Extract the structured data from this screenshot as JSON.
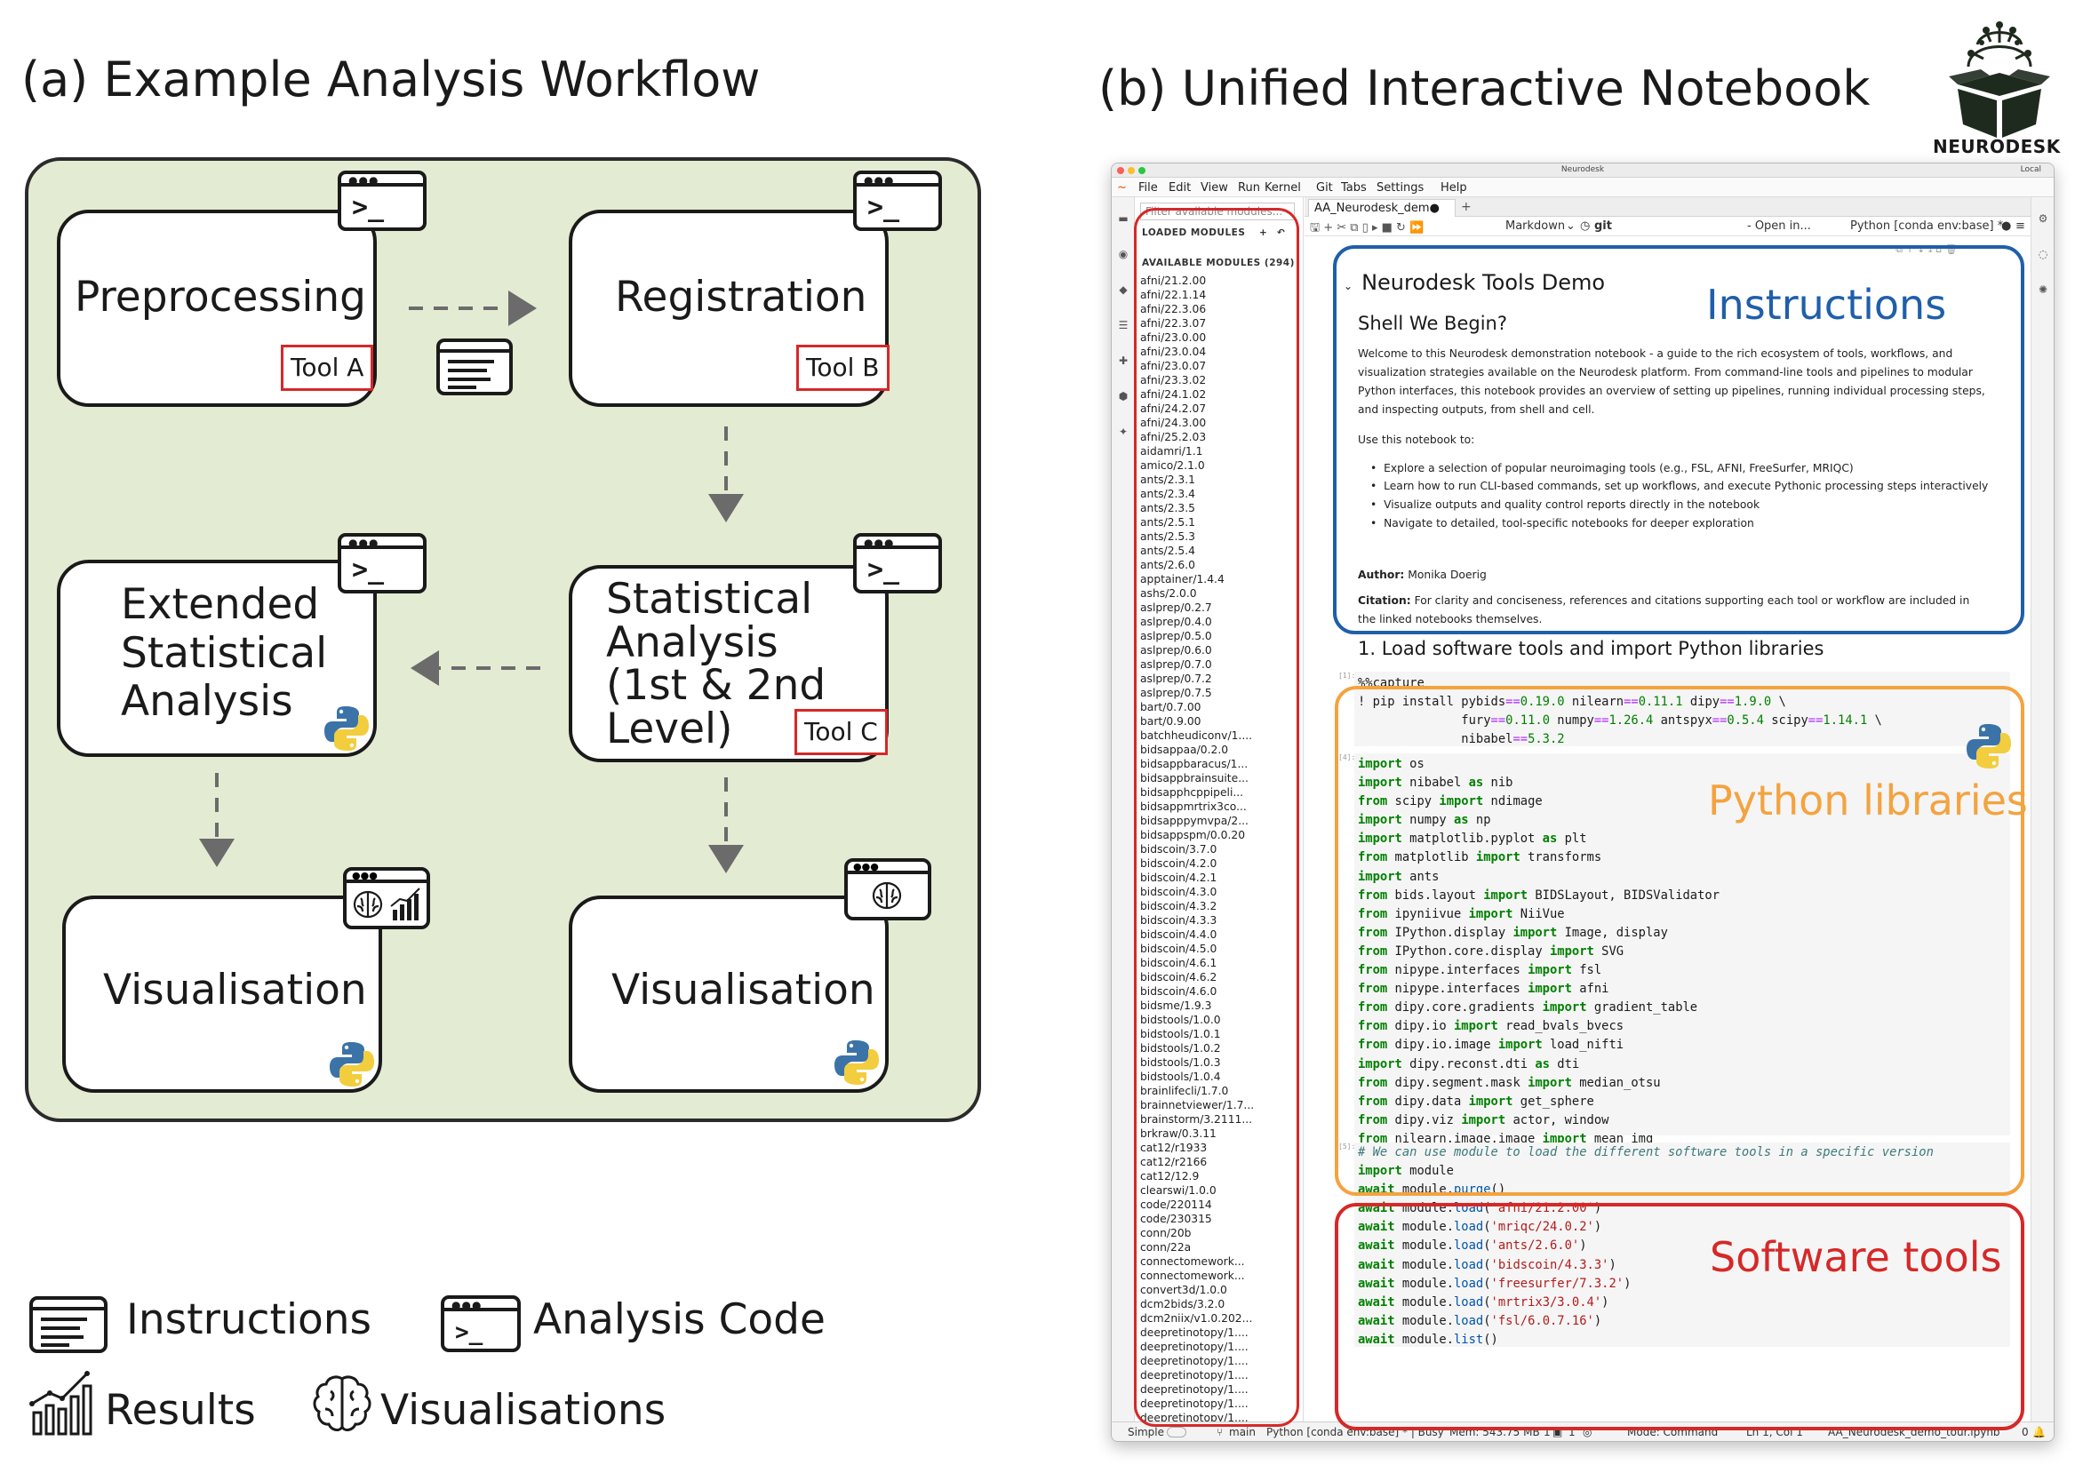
{
  "panel_a": {
    "title": "(a) Example Analysis Workflow",
    "nodes": {
      "preprocessing": {
        "label": "Preprocessing",
        "tool": "Tool A"
      },
      "registration": {
        "label": "Registration",
        "tool": "Tool B"
      },
      "statistical": {
        "line1": "Statistical",
        "line2": "Analysis",
        "line3": "(1st & 2nd",
        "line4": "Level)",
        "tool": "Tool C"
      },
      "extended": {
        "line1": "Extended",
        "line2": "Statistical",
        "line3": "Analysis"
      },
      "vis_left": {
        "label": "Visualisation"
      },
      "vis_right": {
        "label": "Visualisation"
      }
    },
    "legend": {
      "instructions": "Instructions",
      "analysis_code": "Analysis Code",
      "results": "Results",
      "visualisations": "Visualisations"
    }
  },
  "panel_b": {
    "title": "(b) Unified Interactive Notebook",
    "logo_text": "NEURODESK",
    "window_title": "Neurodesk",
    "window_right": "Local",
    "menu": [
      "File",
      "Edit",
      "View",
      "Run",
      "Kernel",
      "Git",
      "Tabs",
      "Settings",
      "Help"
    ],
    "modules": {
      "filter_placeholder": "Filter available modules...",
      "loaded_heading": "LOADED MODULES",
      "available_heading": "AVAILABLE MODULES (294)",
      "items": [
        "afni/21.2.00",
        "afni/22.1.14",
        "afni/22.3.06",
        "afni/22.3.07",
        "afni/23.0.00",
        "afni/23.0.04",
        "afni/23.0.07",
        "afni/23.3.02",
        "afni/24.1.02",
        "afni/24.2.07",
        "afni/24.3.00",
        "afni/25.2.03",
        "aidamri/1.1",
        "amico/2.1.0",
        "ants/2.3.1",
        "ants/2.3.4",
        "ants/2.3.5",
        "ants/2.5.1",
        "ants/2.5.3",
        "ants/2.5.4",
        "ants/2.6.0",
        "apptainer/1.4.4",
        "ashs/2.0.0",
        "aslprep/0.2.7",
        "aslprep/0.4.0",
        "aslprep/0.5.0",
        "aslprep/0.6.0",
        "aslprep/0.7.0",
        "aslprep/0.7.2",
        "aslprep/0.7.5",
        "bart/0.7.00",
        "bart/0.9.00",
        "batchheudiconv/1....",
        "bidsappaa/0.2.0",
        "bidsappbaracus/1...",
        "bidsappbrainsuite...",
        "bidsapphcppipeli...",
        "bidsappmrtrix3co...",
        "bidsapppymvpa/2...",
        "bidsappspm/0.0.20",
        "bidscoin/3.7.0",
        "bidscoin/4.2.0",
        "bidscoin/4.2.1",
        "bidscoin/4.3.0",
        "bidscoin/4.3.2",
        "bidscoin/4.3.3",
        "bidscoin/4.4.0",
        "bidscoin/4.5.0",
        "bidscoin/4.6.1",
        "bidscoin/4.6.2",
        "bidscoin/4.6.0",
        "bidsme/1.9.3",
        "bidstools/1.0.0",
        "bidstools/1.0.1",
        "bidstools/1.0.2",
        "bidstools/1.0.3",
        "bidstools/1.0.4",
        "brainlifecli/1.7.0",
        "brainnetviewer/1.7...",
        "brainstorm/3.2111...",
        "brkraw/0.3.11",
        "cat12/r1933",
        "cat12/r2166",
        "cat12/12.9",
        "clearswi/1.0.0",
        "code/220114",
        "code/230315",
        "conn/20b",
        "conn/22a",
        "connectomework...",
        "connectomework...",
        "convert3d/1.0.0",
        "dcm2bids/3.2.0",
        "dcm2niix/v1.0.202...",
        "deepretinotopy/1....",
        "deepretinotopy/1....",
        "deepretinotopy/1....",
        "deepretinotopy/1....",
        "deepretinotopy/1....",
        "deepretinotopy/1....",
        "deepretinotopy/1...."
      ]
    },
    "tab_name": "AA_Neurodesk_dem●",
    "toolbar": {
      "cell_type": "Markdown",
      "git": "git",
      "open_in": "- Open in...",
      "kernel": "Python [conda env:base] *"
    },
    "markdown": {
      "title": "Neurodesk Tools Demo",
      "subtitle": "Shell We Begin?",
      "intro": "Welcome to this Neurodesk demonstration notebook - a guide to the rich ecosystem of tools, workflows, and visualization strategies available on the Neurodesk platform. From command-line tools and pipelines to modular Python interfaces, this notebook provides an overview of setting up pipelines, running individual processing steps, and inspecting outputs, from shell and cell.",
      "use_this": "Use this notebook to:",
      "bullets": [
        "Explore a selection of popular neuroimaging tools (e.g., FSL, AFNI, FreeSurfer, MRIQC)",
        "Learn how to run CLI-based commands, set up workflows, and execute Pythonic processing steps interactively",
        "Visualize outputs and quality control reports directly in the notebook",
        "Navigate to detailed, tool-specific notebooks for deeper exploration"
      ],
      "author_label": "Author:",
      "author": "Monika Doerig",
      "citation_label": "Citation:",
      "citation": "For clarity and conciseness, references and citations supporting each tool or workflow are included in the linked notebooks themselves."
    },
    "section_heading": "1. Load software tools and import Python libraries",
    "prompts": {
      "cell1": "[1]:",
      "cell2": "[4]:",
      "cell3": "[5]:"
    },
    "overlays": {
      "instructions": "Instructions",
      "python_libraries": "Python libraries",
      "software_tools": "Software tools"
    },
    "status": {
      "mode": "Simple",
      "branch": "main",
      "kernel": "Python [conda env:base] * | Busy",
      "mem": "Mem: 543.75 MB",
      "counts": "1",
      "counts2": "1",
      "command": "Mode: Command",
      "cursor": "Ln 1, Col 1",
      "file": "AA_Neurodesk_demo_tour.ipynb",
      "last": "0"
    },
    "colors": {
      "instructions": "#1f5faa",
      "python": "#f4a340",
      "software": "#d62828",
      "modules": "#d62828",
      "workflow_bg": "#e3ebd3"
    }
  }
}
